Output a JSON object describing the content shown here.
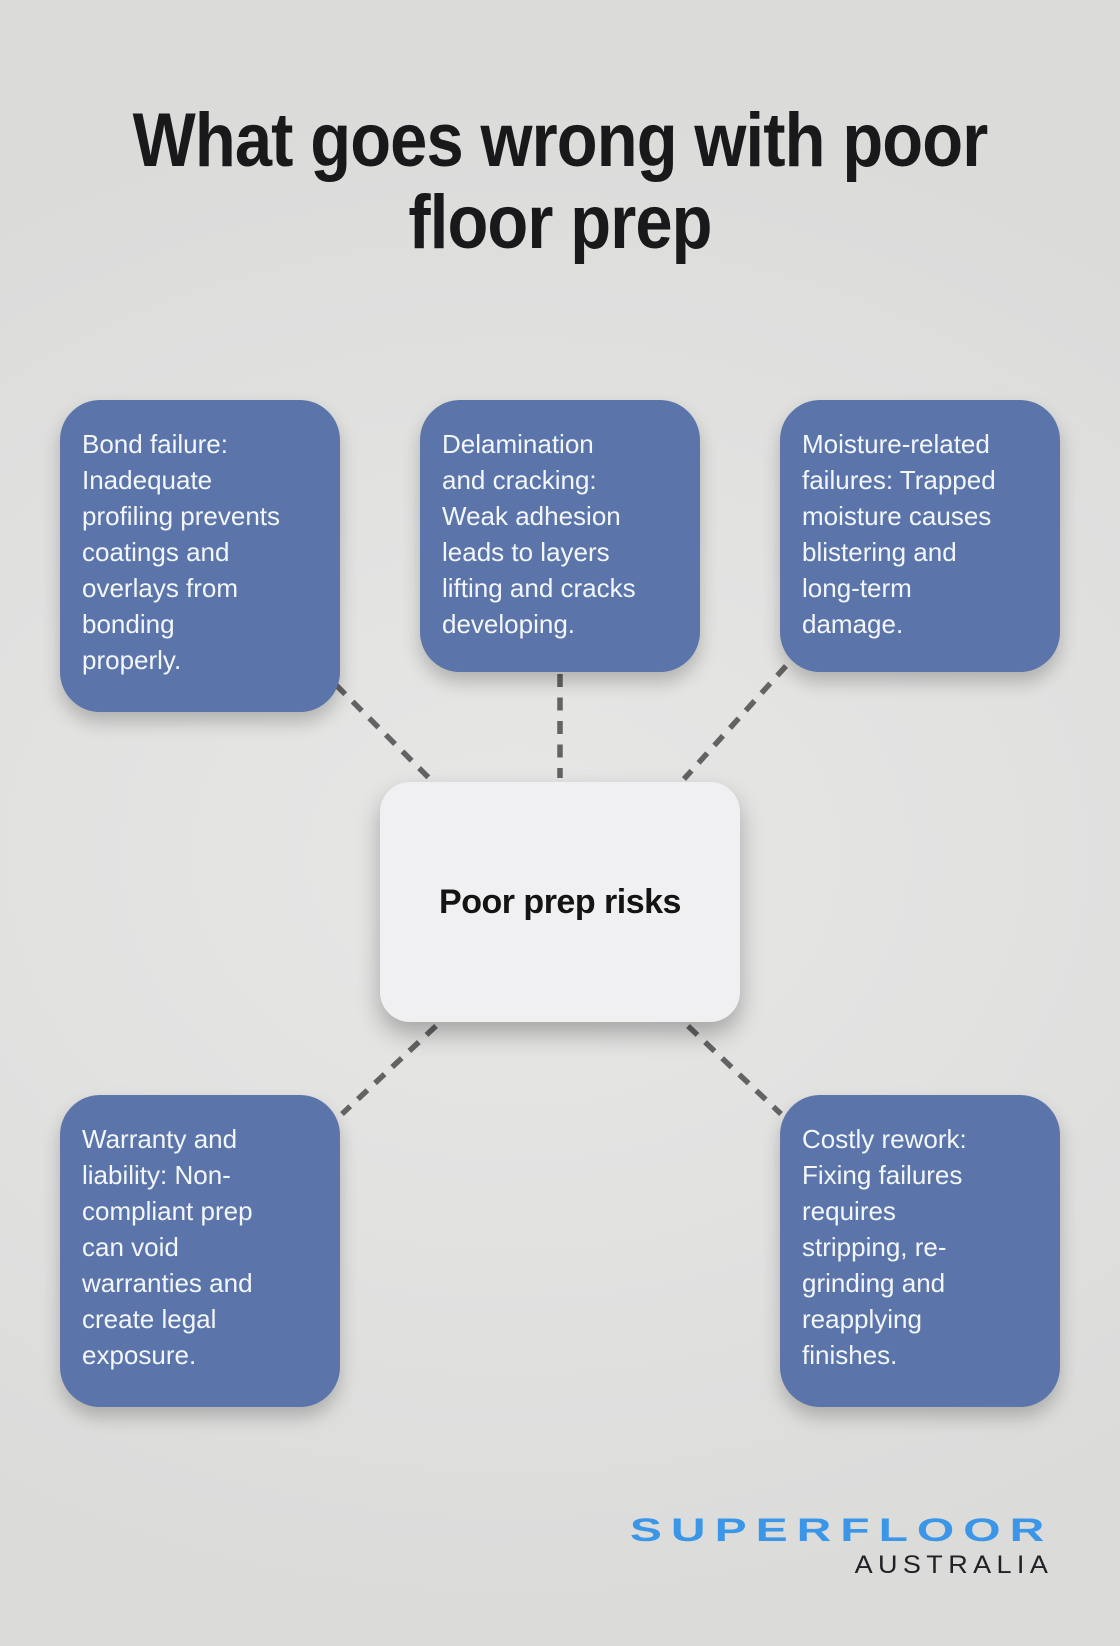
{
  "title": {
    "lines": [
      "What goes wrong with poor",
      "floor prep"
    ]
  },
  "center_node": {
    "label": "Poor prep risks"
  },
  "nodes": [
    {
      "id": "bond-failure",
      "lines": [
        "Bond failure:",
        "Inadequate",
        "profiling prevents",
        "coatings and",
        "overlays from",
        "bonding",
        "properly."
      ]
    },
    {
      "id": "delamination-cracking",
      "lines": [
        "Delamination",
        "and cracking:",
        "Weak adhesion",
        "leads to layers",
        "lifting and cracks",
        "developing."
      ]
    },
    {
      "id": "moisture-failures",
      "lines": [
        "Moisture-related",
        "failures: Trapped",
        "moisture causes",
        "blistering and",
        "long-term",
        "damage."
      ]
    },
    {
      "id": "warranty-liability",
      "lines": [
        "Warranty and",
        "liability: Non-",
        "compliant prep",
        "can void",
        "warranties and",
        "create legal",
        "exposure."
      ]
    },
    {
      "id": "costly-rework",
      "lines": [
        "Costly rework:",
        "Fixing failures",
        "requires",
        "stripping, re-",
        "grinding and",
        "reapplying",
        "finishes."
      ]
    }
  ],
  "logo": {
    "brand": "SUPERFLOOR",
    "region": "AUSTRALIA",
    "brand_color": "#3b96e8",
    "region_color": "#222226"
  },
  "colors": {
    "background": "#e1e1e0",
    "node_fill": "#5b75aa",
    "node_text": "#f3f6fa",
    "center_fill": "#f0f0f2",
    "center_text": "#141414",
    "connector": "#636363",
    "title_text": "#19191b"
  }
}
